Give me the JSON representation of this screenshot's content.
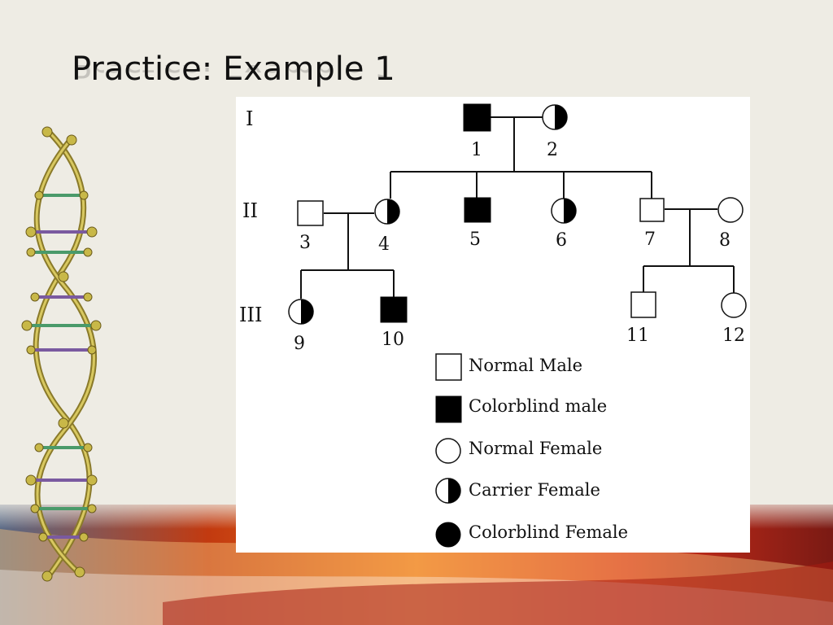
{
  "slide": {
    "title": "Practice: Example 1"
  },
  "pedigree": {
    "generations": [
      "I",
      "II",
      "III"
    ],
    "individuals": [
      {
        "id": "1",
        "sex": "male",
        "status": "affected"
      },
      {
        "id": "2",
        "sex": "female",
        "status": "carrier"
      },
      {
        "id": "3",
        "sex": "male",
        "status": "normal"
      },
      {
        "id": "4",
        "sex": "female",
        "status": "carrier"
      },
      {
        "id": "5",
        "sex": "male",
        "status": "affected"
      },
      {
        "id": "6",
        "sex": "female",
        "status": "carrier"
      },
      {
        "id": "7",
        "sex": "male",
        "status": "normal"
      },
      {
        "id": "8",
        "sex": "female",
        "status": "normal"
      },
      {
        "id": "9",
        "sex": "female",
        "status": "carrier"
      },
      {
        "id": "10",
        "sex": "male",
        "status": "affected"
      },
      {
        "id": "11",
        "sex": "male",
        "status": "normal"
      },
      {
        "id": "12",
        "sex": "female",
        "status": "normal"
      }
    ],
    "legend": [
      {
        "symbol": "square-empty",
        "label": "Normal Male"
      },
      {
        "symbol": "square-filled",
        "label": "Colorblind male"
      },
      {
        "symbol": "circle-empty",
        "label": "Normal Female"
      },
      {
        "symbol": "circle-half",
        "label": "Carrier Female"
      },
      {
        "symbol": "circle-filled",
        "label": "Colorblind Female"
      }
    ]
  },
  "colors": {
    "background": "#eeece4",
    "symbol_fill": "#000000",
    "panel": "#ffffff"
  }
}
